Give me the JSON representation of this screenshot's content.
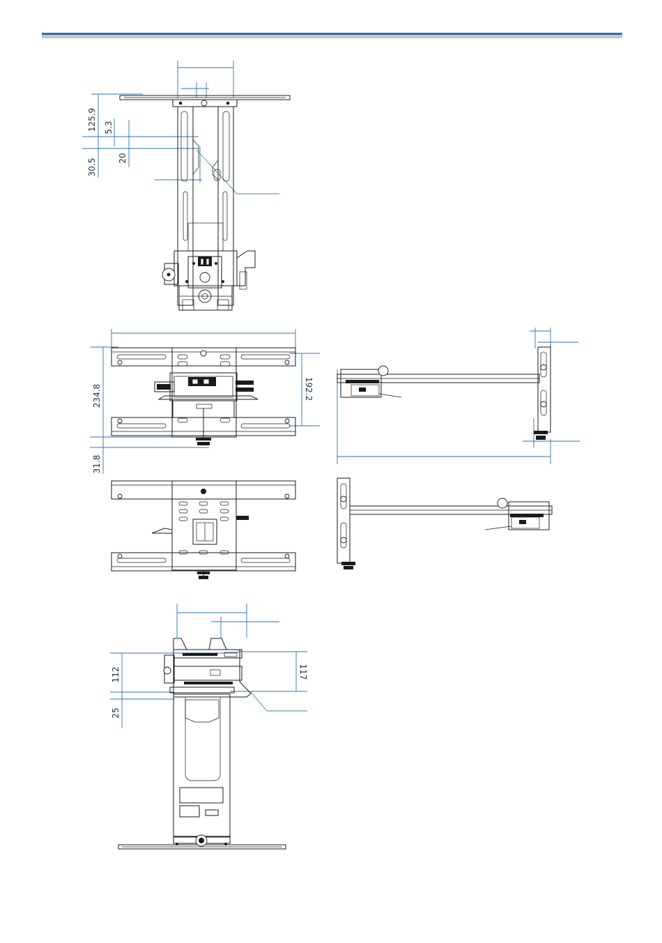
{
  "header": {
    "rule_color": "#2d6fb5",
    "rule_shadow_color": "#c8c8c8"
  },
  "colors": {
    "dimension_line": "#2d6fb5",
    "leader_line": "#3f9a56",
    "drawing": "#1a1a1a"
  },
  "dimensions": {
    "top_view": {
      "d1": "125.9",
      "d2": "5.3",
      "d3": "20",
      "d4": "30.5"
    },
    "front_view": {
      "d1": "234.8",
      "d2": "192.2",
      "d3": "31.8"
    },
    "bottom_view": {
      "d1": "112",
      "d2": "25",
      "d3": "117"
    }
  }
}
